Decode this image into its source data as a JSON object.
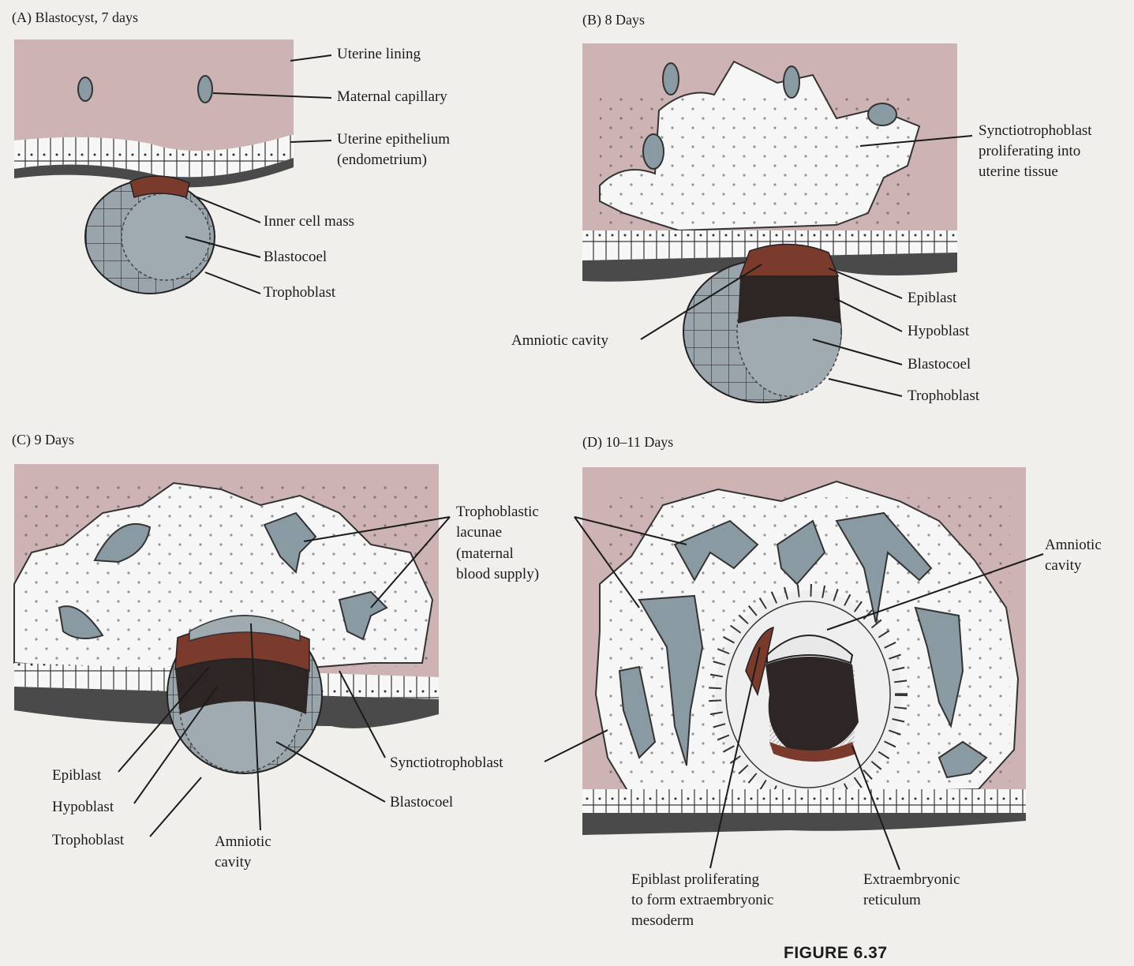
{
  "figure_label": "FIGURE 6.37",
  "colors": {
    "uterine_lining": "#cdb3b3",
    "capillary": "#8a9aa3",
    "inner_cell_mass": "#7a3a2c",
    "blastocoel": "#a0abb1",
    "amniotic_dark": "#3a2a2a",
    "background": "#f1efec"
  },
  "panels": [
    {
      "title": "(A) Blastocyst, 7 days",
      "labels": [
        "Uterine lining",
        "Maternal capillary",
        "Uterine epithelium",
        "(endometrium)",
        "Inner cell mass",
        "Blastocoel",
        "Trophoblast"
      ]
    },
    {
      "title": "(B) 8 Days",
      "labels": [
        "Synctiotrophoblast",
        "proliferating into",
        "uterine tissue",
        "Epiblast",
        "Hypoblast",
        "Blastocoel",
        "Trophoblast",
        "Amniotic cavity"
      ]
    },
    {
      "title": "(C) 9 Days",
      "labels": [
        "Trophoblastic",
        "lacunae",
        "(maternal",
        "blood supply)",
        "Synctiotrophoblast",
        "Blastocoel",
        "Epiblast",
        "Hypoblast",
        "Trophoblast",
        "Amniotic",
        "cavity"
      ]
    },
    {
      "title": "(D) 10–11 Days",
      "labels": [
        "Amniotic",
        "cavity",
        "Epiblast proliferating",
        "to form extraembryonic",
        "mesoderm",
        "Extraembryonic",
        "reticulum"
      ]
    }
  ]
}
